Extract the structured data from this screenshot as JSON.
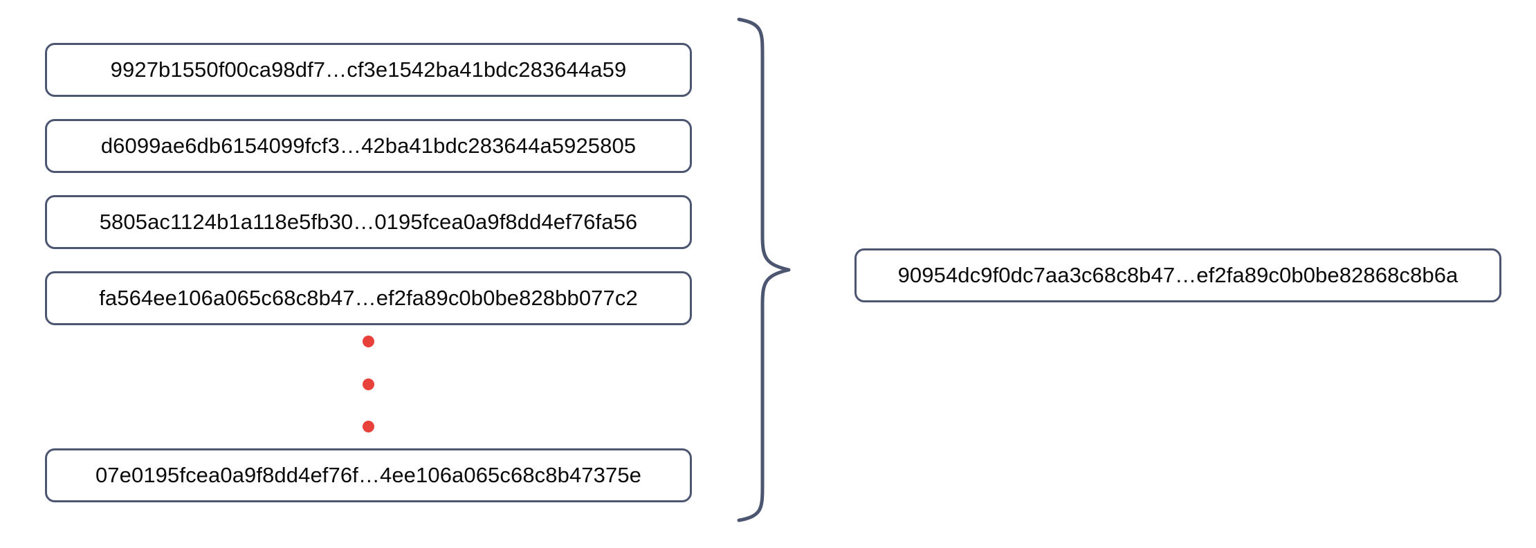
{
  "diagram": {
    "type": "aggregation-brace-diagram",
    "inputs": [
      {
        "label": "9927b1550f00ca98df7…cf3e1542ba41bdc283644a59"
      },
      {
        "label": "d6099ae6db6154099fcf3…42ba41bdc283644a5925805"
      },
      {
        "label": "5805ac1124b1a118e5fb30…0195fcea0a9f8dd4ef76fa56"
      },
      {
        "label": "fa564ee106a065c68c8b47…ef2fa89c0b0be828bb077c2"
      },
      {
        "label": "07e0195fcea0a9f8dd4ef76f…4ee106a065c68c8b47375e"
      }
    ],
    "ellipsis": {
      "dots": [
        "dot-1",
        "dot-2",
        "dot-3"
      ],
      "color": "#e8413c"
    },
    "connector": {
      "icon": "curly-brace-right",
      "color": "#4c5670"
    },
    "output": {
      "label": "90954dc9f0dc7aa3c68c8b47…ef2fa89c0b0be82868c8b6a"
    },
    "colors": {
      "box_border": "#4c5670",
      "box_fill": "#ffffff",
      "text": "#0a0a0a",
      "accent_red": "#e8413c",
      "background": "#ffffff"
    }
  }
}
